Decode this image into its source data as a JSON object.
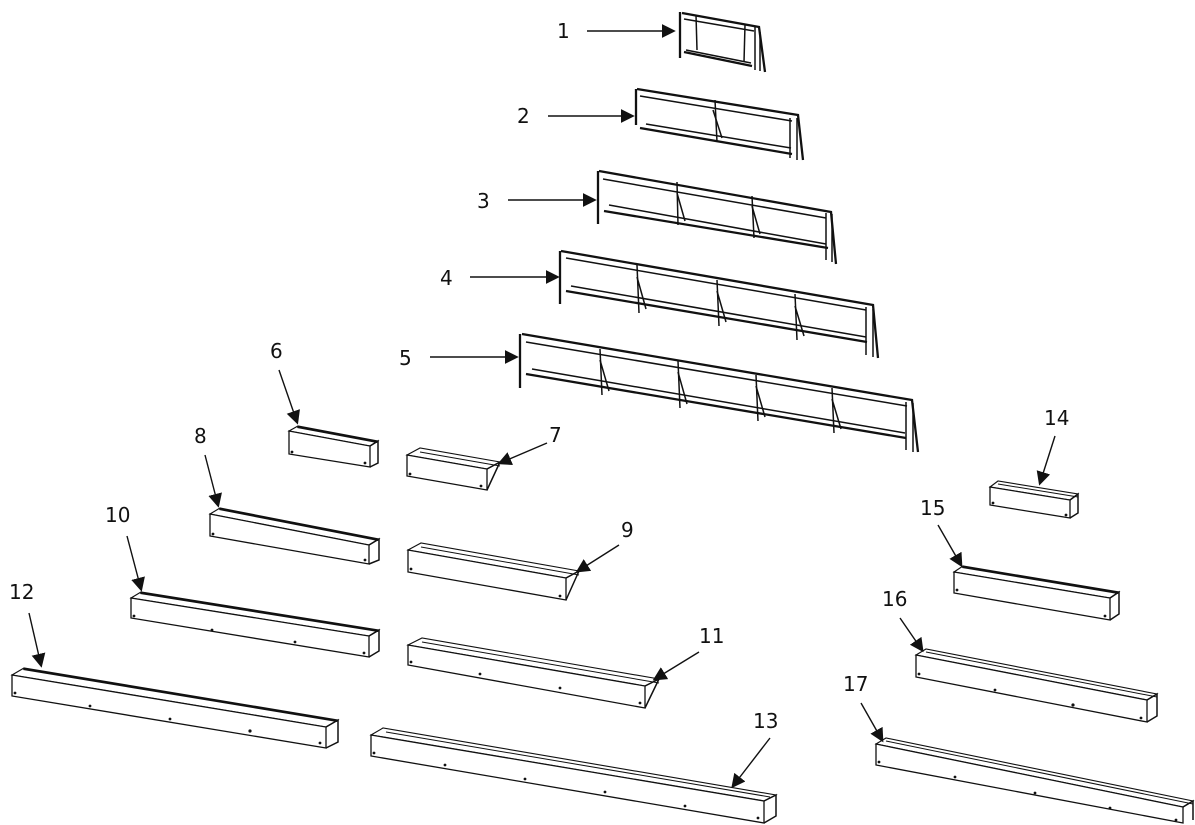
{
  "callouts": [
    {
      "id": 1,
      "label": "1"
    },
    {
      "id": 2,
      "label": "2"
    },
    {
      "id": 3,
      "label": "3"
    },
    {
      "id": 4,
      "label": "4"
    },
    {
      "id": 5,
      "label": "5"
    },
    {
      "id": 6,
      "label": "6"
    },
    {
      "id": 7,
      "label": "7"
    },
    {
      "id": 8,
      "label": "8"
    },
    {
      "id": 9,
      "label": "9"
    },
    {
      "id": 10,
      "label": "10"
    },
    {
      "id": 11,
      "label": "11"
    },
    {
      "id": 12,
      "label": "12"
    },
    {
      "id": 13,
      "label": "13"
    },
    {
      "id": 14,
      "label": "14"
    },
    {
      "id": 15,
      "label": "15"
    },
    {
      "id": 16,
      "label": "16"
    },
    {
      "id": 17,
      "label": "17"
    }
  ],
  "colors": {
    "ink": "#111111",
    "paper": "#ffffff"
  }
}
